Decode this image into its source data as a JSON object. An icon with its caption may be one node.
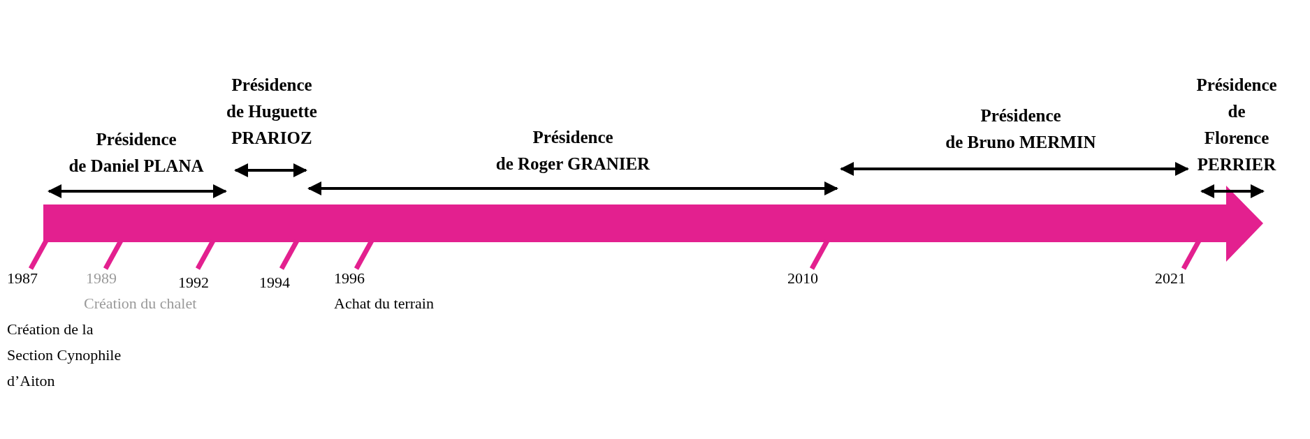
{
  "diagram": {
    "labels": [
      "Présidence de Daniel PLANA",
      "Présidence de Huguette PRARIOZ",
      "Présidence de Roger GRANIER",
      "Présidence de Bruno MERMIN",
      "Présidence de Florence PERRIER",
      "1987",
      "1989",
      "1992",
      "1994",
      "1996",
      "2010",
      "2021",
      "Création du chalet",
      "Création de la Section Cynophile d’Aiton",
      "Achat du terrain"
    ]
  }
}
